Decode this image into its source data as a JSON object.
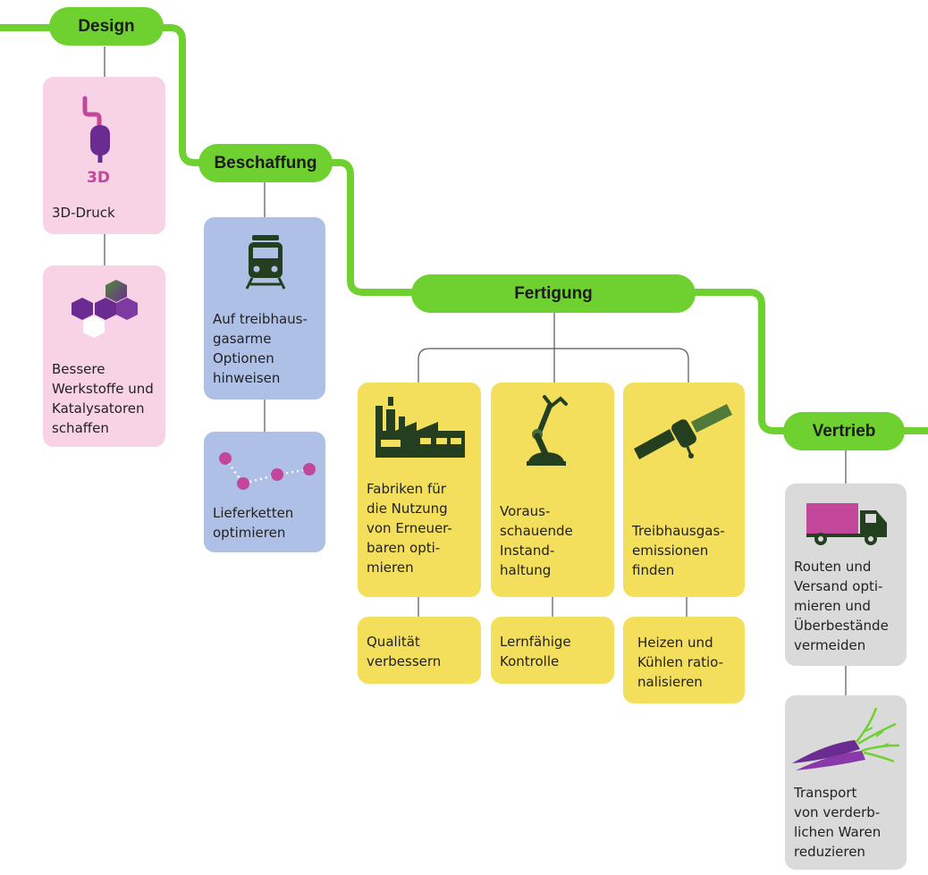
{
  "stages": {
    "design": "Design",
    "procurement": "Beschaffung",
    "manufacturing": "Fertigung",
    "distribution": "Vertrieb"
  },
  "cards": {
    "print3d": {
      "label": "3D-Druck",
      "icon_text": "3D"
    },
    "materials": {
      "label": "Bessere\nWerkstoffe und\nKatalysatoren\nschaffen"
    },
    "low_emission": {
      "label": "Auf treibhaus-\ngasarme\nOptionen\nhinweisen"
    },
    "supply_chain": {
      "label": "Lieferketten\noptimieren"
    },
    "factories": {
      "label": "Fabriken für\ndie Nutzung\nvon Erneuer-\nbaren opti-\nmieren"
    },
    "maintenance": {
      "label": "Voraus-\nschauende\nInstand-\nhaltung"
    },
    "emissions": {
      "label": "Treibhausgas-\nemissionen\nfinden"
    },
    "quality": {
      "label": "Qualität\nverbessern"
    },
    "control": {
      "label": "Lernfähige\nKontrolle"
    },
    "heating": {
      "label": "Heizen und\nKühlen ratio-\nnalisieren"
    },
    "routes": {
      "label": "Routen und\nVersand opti-\nmieren und\nÜberbestände\nvermeiden"
    },
    "perishables": {
      "label": "Transport\nvon verderb-\nlichen Waren\nreduzieren"
    }
  },
  "colors": {
    "stage": "#6ed12f",
    "design_cards": "#f8d3e5",
    "procurement_cards": "#aec0e6",
    "manufacturing_cards": "#f3df5c",
    "distribution_cards": "#dadada",
    "icon_dark_green": "#233f1f",
    "icon_purple": "#6b2c91",
    "icon_magenta": "#c2479a"
  },
  "icons": {
    "print3d": "3d-printer-icon",
    "materials": "hexagon-molecule-icon",
    "low_emission": "train-icon",
    "supply_chain": "network-dots-icon",
    "factories": "factory-icon",
    "maintenance": "robot-arm-icon",
    "emissions": "satellite-icon",
    "routes": "truck-icon",
    "perishables": "carrots-icon"
  }
}
